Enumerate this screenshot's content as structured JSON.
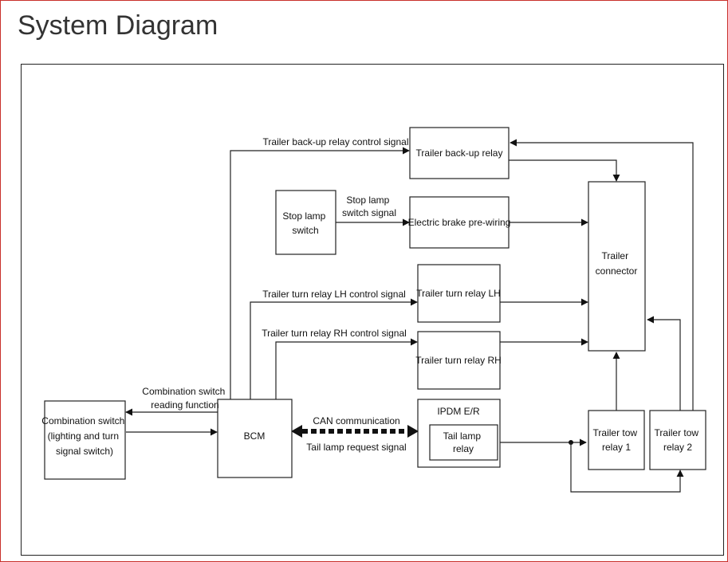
{
  "page": {
    "title": "System Diagram"
  },
  "diagram": {
    "blocks": {
      "combination_switch": [
        "Combination switch",
        "(lighting and turn",
        "signal switch)"
      ],
      "bcm": [
        "BCM"
      ],
      "stop_lamp_switch": [
        "Stop lamp",
        "switch"
      ],
      "trailer_backup_relay": [
        "Trailer back-up relay"
      ],
      "electric_brake": [
        "Electric brake pre-wiring"
      ],
      "trailer_turn_lh": [
        "Trailer turn relay LH"
      ],
      "trailer_turn_rh": [
        "Trailer turn relay RH"
      ],
      "ipdm": [
        "IPDM E/R"
      ],
      "tail_lamp_relay": [
        "Tail lamp",
        "relay"
      ],
      "trailer_connector": [
        "Trailer",
        "connector"
      ],
      "trailer_tow_relay_1": [
        "Trailer tow",
        "relay 1"
      ],
      "trailer_tow_relay_2": [
        "Trailer tow",
        "relay 2"
      ]
    },
    "signals": {
      "backup_control": [
        "Trailer back-up relay control signal"
      ],
      "stop_lamp_signal": [
        "Stop lamp",
        "switch signal"
      ],
      "turn_lh_control": [
        "Trailer turn relay LH control signal"
      ],
      "turn_rh_control": [
        "Trailer turn relay RH control signal"
      ],
      "combination_reading": [
        "Combination switch",
        "reading function"
      ],
      "can_communication": [
        "CAN communication"
      ],
      "tail_lamp_request": [
        "Tail lamp request signal"
      ]
    }
  }
}
